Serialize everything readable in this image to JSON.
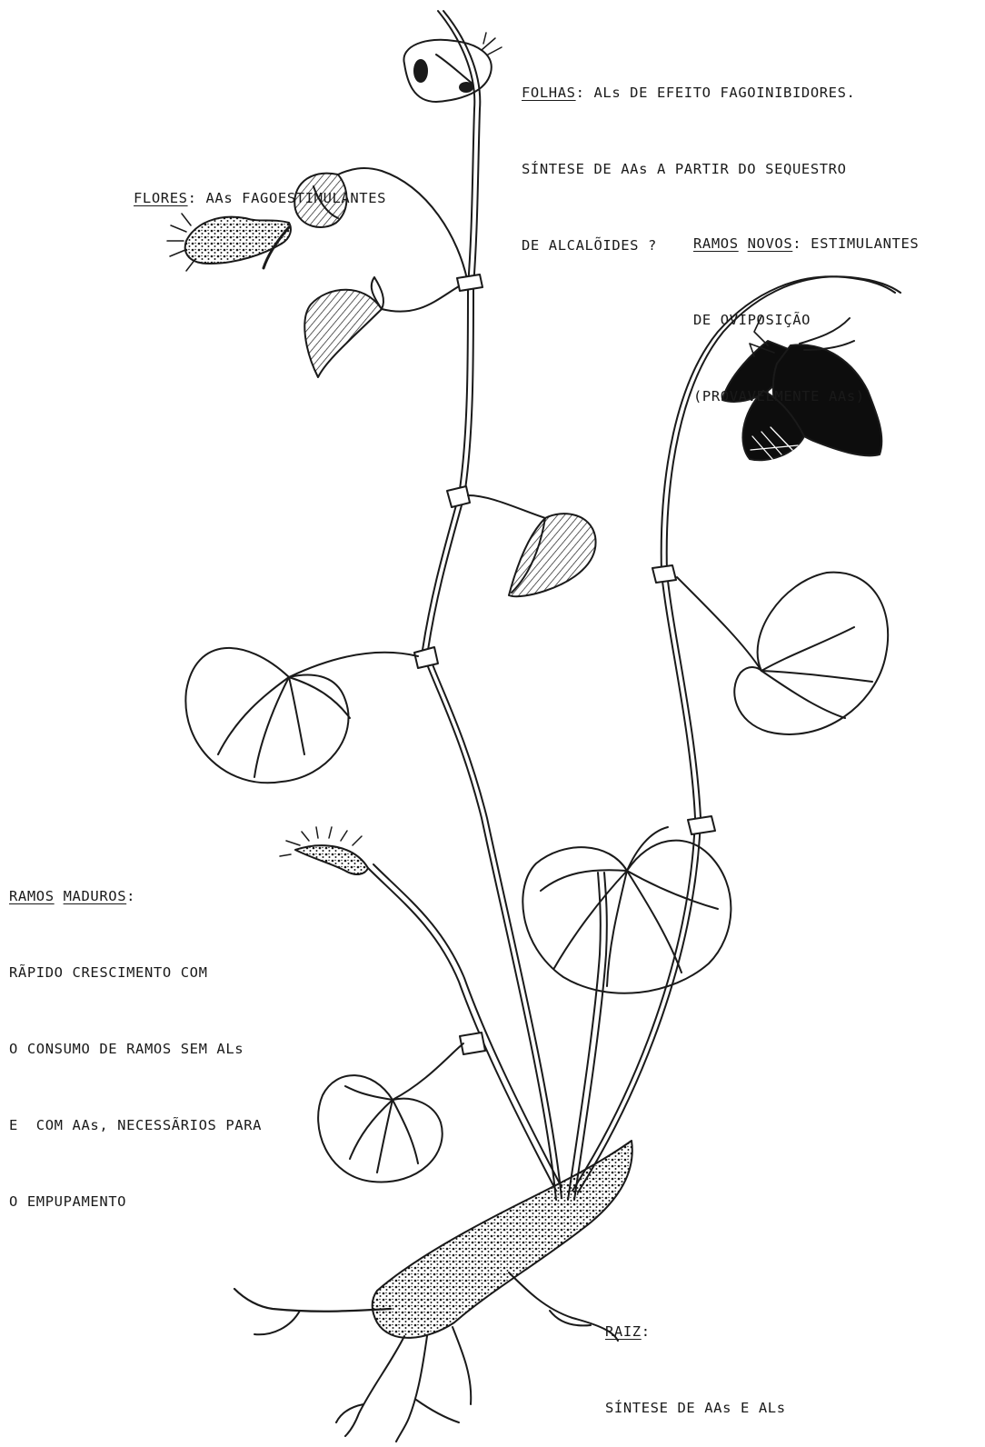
{
  "labels": {
    "folhas": {
      "head": "FOLHAS",
      "line1_rest": ": ALs DE EFEITO FAGOINIBIDORES.",
      "line2": "SÍNTESE DE AAs A PARTIR DO SEQUESTRO",
      "line3": "DE ALCALÕIDES ?"
    },
    "flores": {
      "head": "FLORES",
      "rest": ": AAs FAGOESTIMULANTES"
    },
    "ramos_novos": {
      "head1": "RAMOS",
      "head2": "NOVOS",
      "line1_rest": ": ESTIMULANTES",
      "line2": "DE OVIPOSIÇÃO",
      "line3": "(PROVAVELMENTE AAs)"
    },
    "ramos_maduros": {
      "head1": "RAMOS",
      "head2": "MADUROS",
      "colon": ":",
      "line2": "RÃPIDO CRESCIMENTO COM",
      "line3": "O CONSUMO DE RAMOS SEM ALs",
      "line4": "E  COM AAs, NECESSÃRIOS PARA",
      "line5": "O EMPUPAMENTO"
    },
    "raiz": {
      "head": "RAIZ",
      "colon": ":",
      "line2": "SÍNTESE DE AAs E ALs"
    }
  },
  "colors": {
    "ink": "#1a1a1a",
    "insect": "#0d0d0d",
    "background": "#ffffff"
  }
}
